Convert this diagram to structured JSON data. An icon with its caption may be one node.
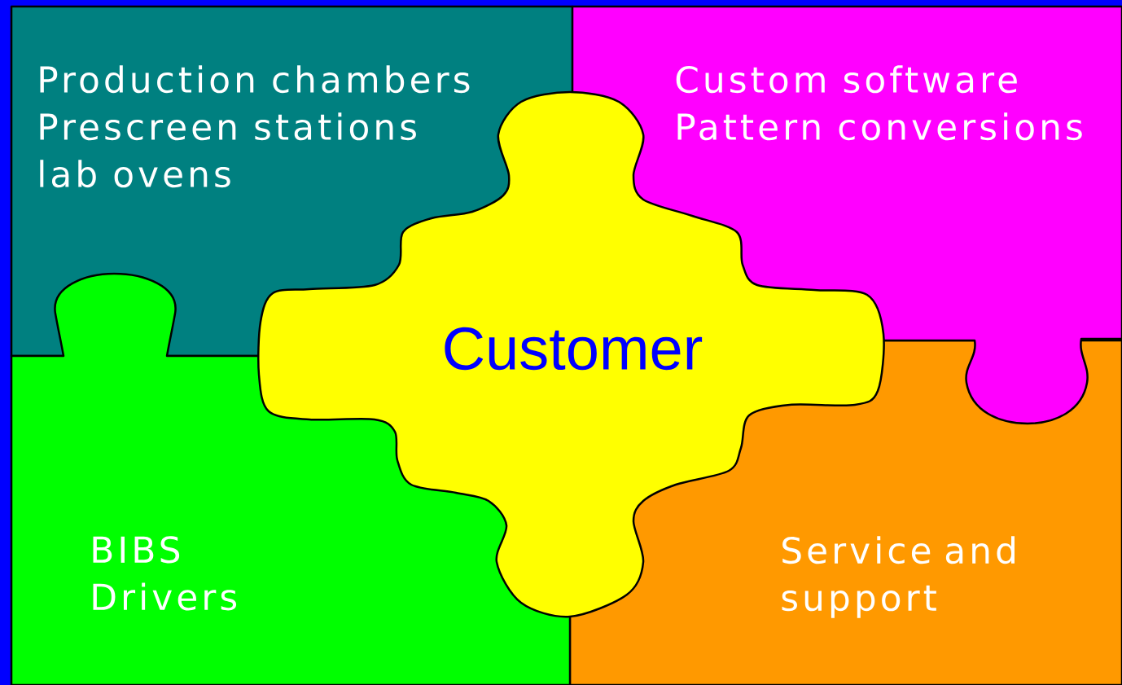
{
  "diagram": {
    "nodes": [
      {
        "text": [
          "Production chambers",
          "Prescreen stations",
          "lab ovens"
        ]
      },
      {
        "text": [
          "Custom software",
          "Pattern conversions"
        ]
      },
      {
        "text": [
          "BIBS",
          "Drivers"
        ]
      },
      {
        "text": [
          "Service and support"
        ]
      },
      {
        "text": [
          "Customer"
        ]
      }
    ]
  }
}
